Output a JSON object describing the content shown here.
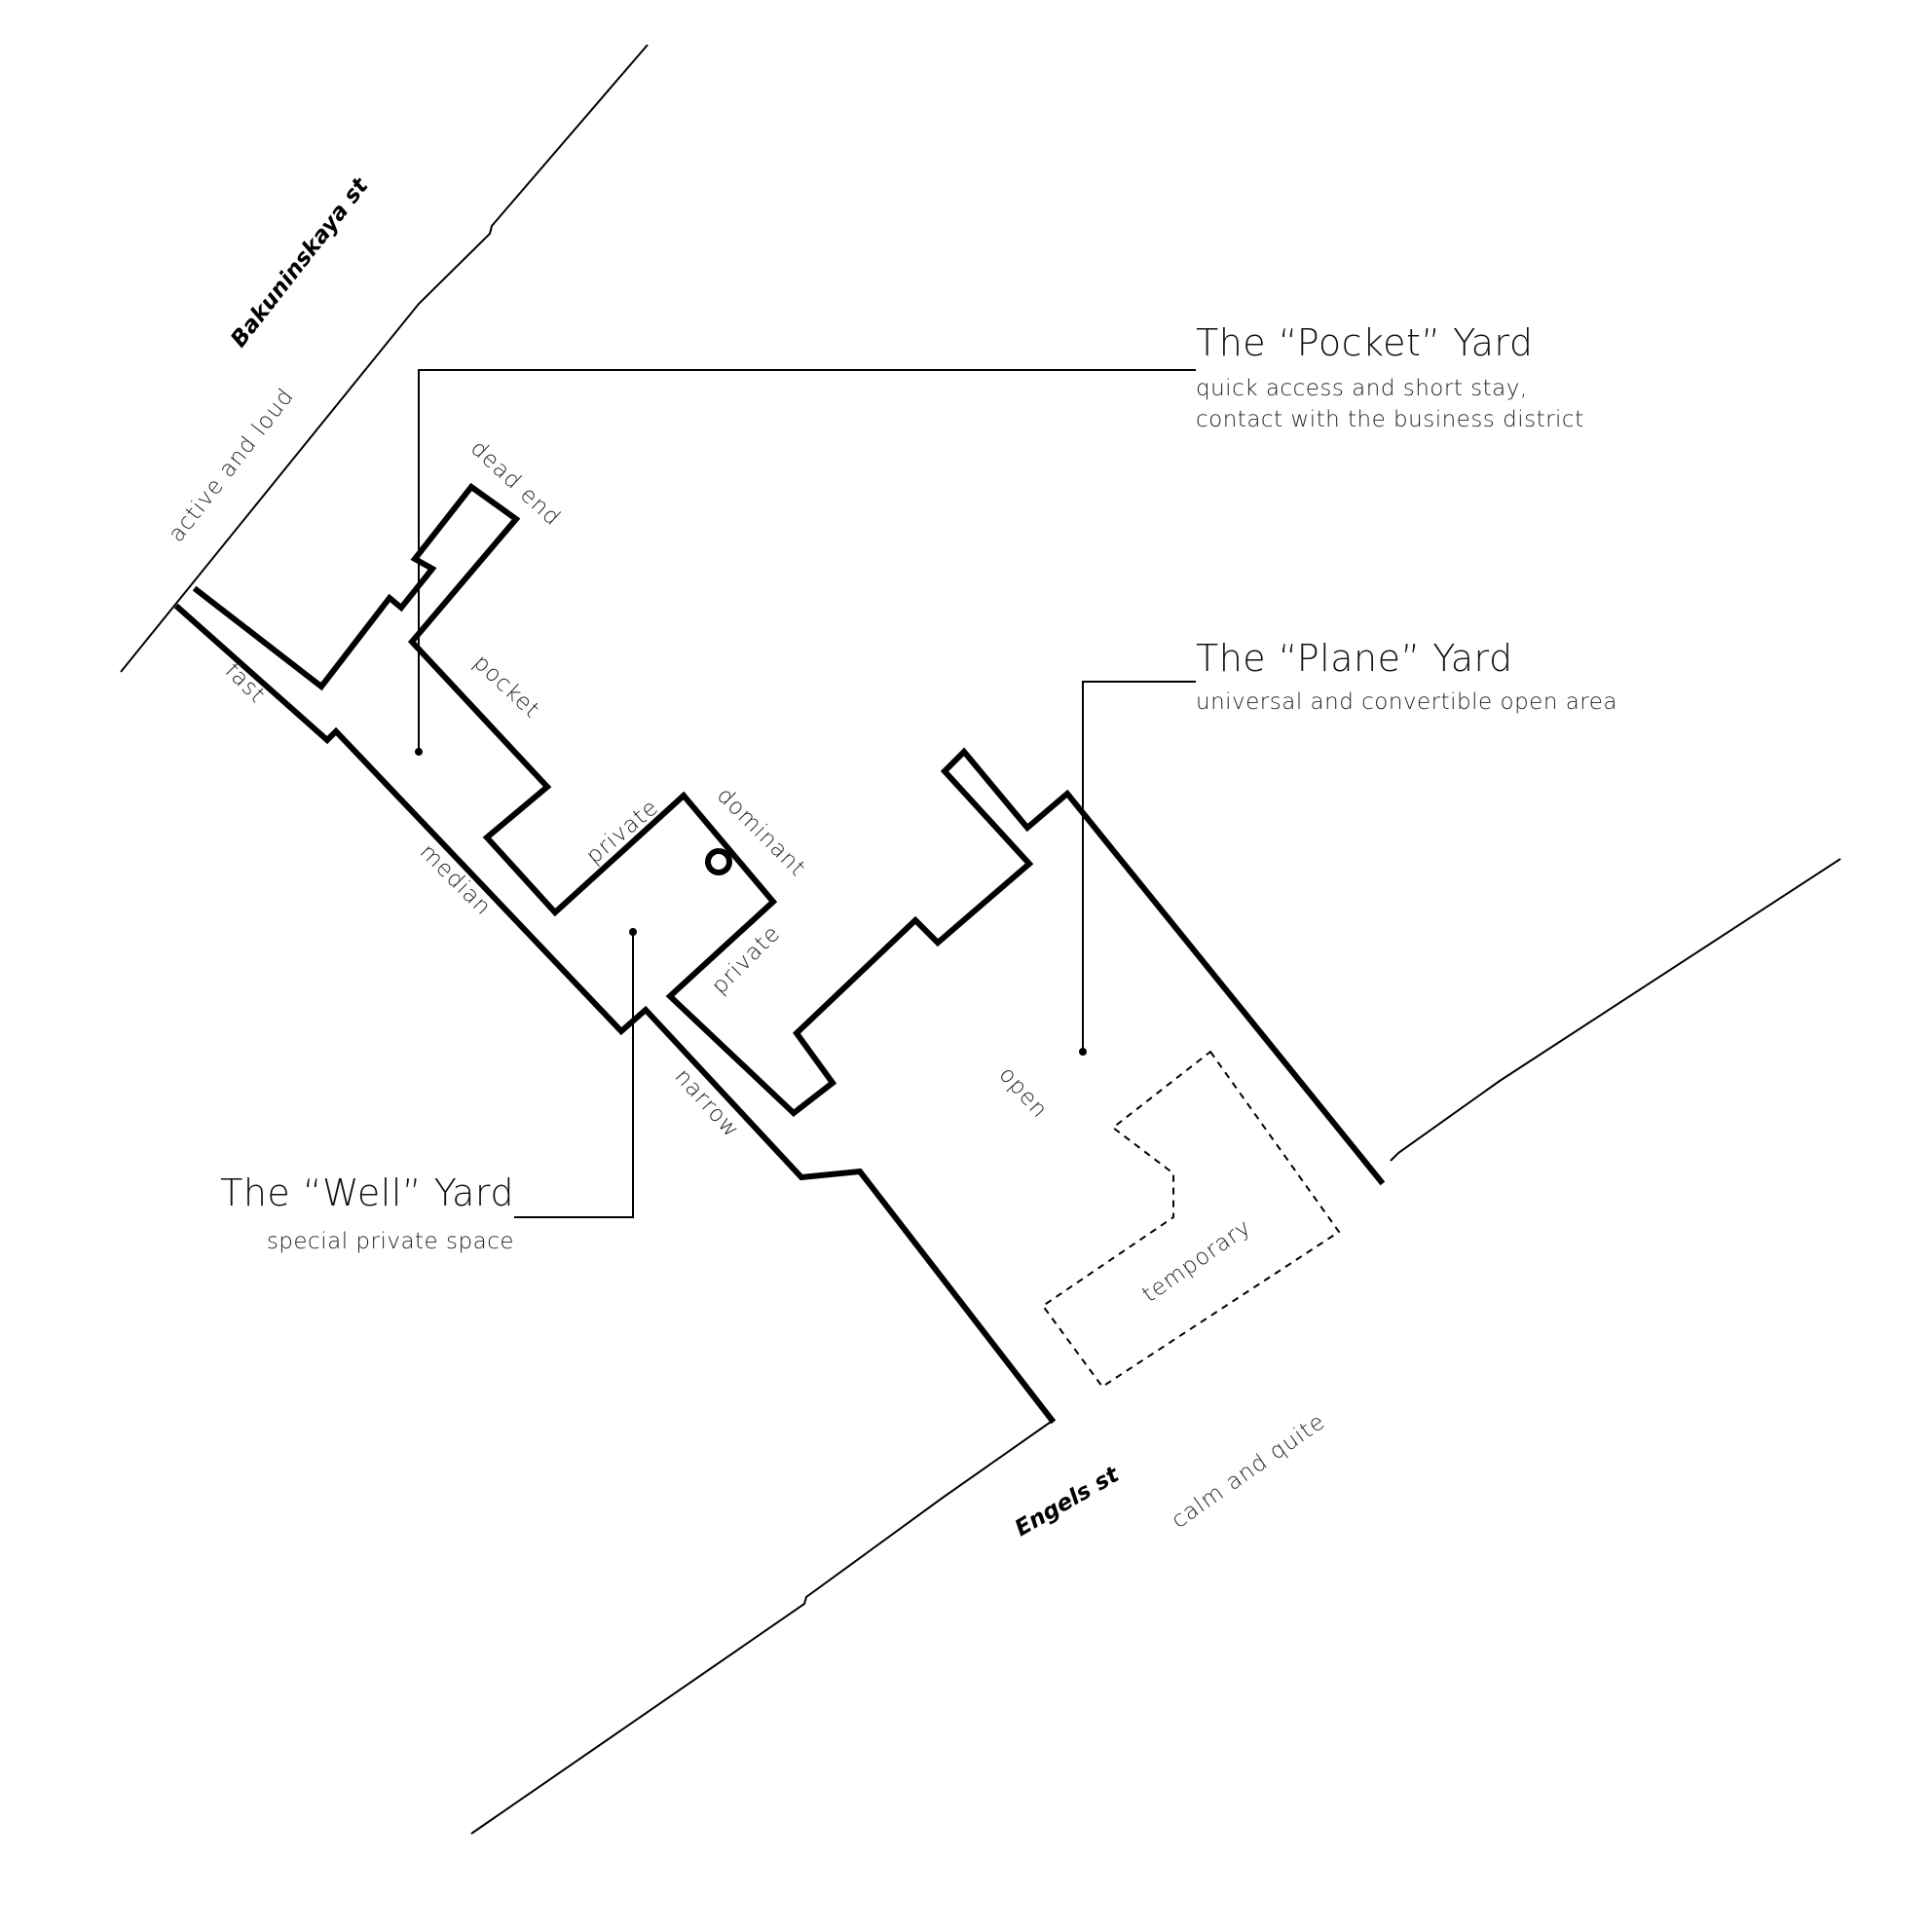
{
  "streets": {
    "bakuninskaya": "Bakuninskaya st",
    "engels": "Engels st"
  },
  "labels": {
    "active_and_loud": "active and loud",
    "dead_end": "dead end",
    "fast": "fast",
    "pocket": "pocket",
    "median": "median",
    "private_1": "private",
    "dominant": "dominant",
    "private_2": "private",
    "narrow": "narrow",
    "open": "open",
    "temporary": "temporary",
    "calm_and_quite": "calm and quite"
  },
  "yards": {
    "pocket": {
      "title": "The “Pocket” Yard",
      "line1": "quick access and short stay,",
      "line2": "contact with the business district"
    },
    "plane": {
      "title": "The “Plane” Yard",
      "line1": "universal and convertible open area"
    },
    "well": {
      "title": "The “Well” Yard",
      "line1": "special private space"
    }
  }
}
